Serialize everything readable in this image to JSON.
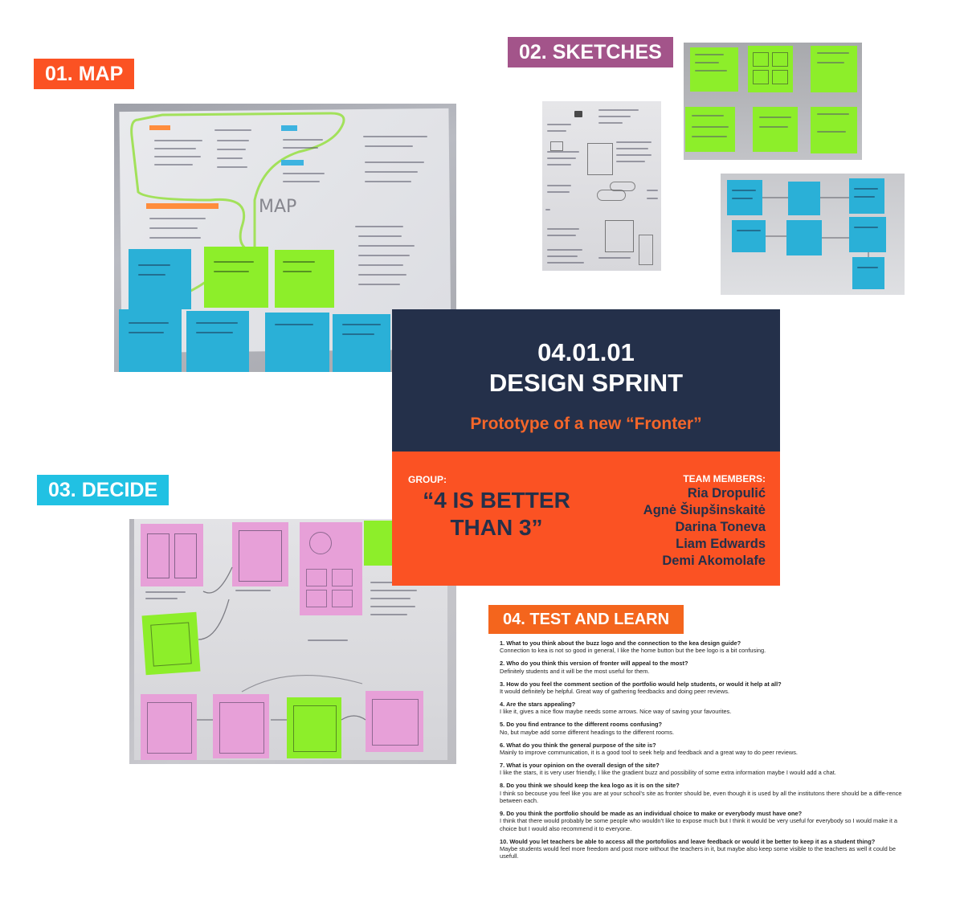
{
  "sections": {
    "map": "01. MAP",
    "sketches": "02. SKETCHES",
    "decide": "03. DECIDE",
    "test": "04. TEST AND LEARN"
  },
  "colors": {
    "map_label": "#fb5223",
    "sketches_label": "#a3548a",
    "decide_label": "#21c1e3",
    "test_label": "#f4651d",
    "card_top": "#24304a",
    "card_bottom": "#fb5223",
    "sticky_blue": "#2ab0d7",
    "sticky_green": "#8dee2a",
    "sticky_pink": "#e7a0d8"
  },
  "map_photo": {
    "map_word": "MAP"
  },
  "card": {
    "code": "04.01.01",
    "title": "DESIGN SPRINT",
    "subtitle": "Prototype of a new “Fronter”",
    "group_label": "GROUP:",
    "group_name_line1": "“4 IS BETTER",
    "group_name_line2": "THAN 3”",
    "team_label": "TEAM MEMBERS:",
    "members": [
      "Ria Dropulić",
      "Agnė Šiupšinskaitė",
      "Darina Toneva",
      "Liam Edwards",
      "Demi Akomolafe"
    ]
  },
  "qa": [
    {
      "q": "1. What to you think about the buzz logo and the connection to the kea design guide?",
      "a": "Connection to kea is not so good in general, I like the home button but the bee logo is a bit confusing."
    },
    {
      "q": "2. Who do you think this version of fronter will appeal to the most?",
      "a": "Definitely students and it will be the most useful for them."
    },
    {
      "q": "3. How do you feel the comment section of the portfolio would help students, or would it help at all?",
      "a": "It would definitely be helpful. Great way of gathering feedbacks and doing peer reviews."
    },
    {
      "q": "4. Are the stars appealing?",
      "a": "I like it, gives a nice flow maybe needs some arrows. Nice way of saving your favourites."
    },
    {
      "q": "5. Do you find entrance to the different rooms confusing?",
      "a": "No, but maybe add some different headings to the different rooms."
    },
    {
      "q": "6. What do you think the general purpose of the site is?",
      "a": "Mainly to improve communication, it is a good tool to seek help and feedback and a great way to do peer reviews."
    },
    {
      "q": "7. What is your opinion on the overall design of the site?",
      "a": "I like the stars, it is very user friendly, I like the gradient buzz and possibility of some extra information maybe I would add a chat."
    },
    {
      "q": "8. Do you think we should keep the kea logo as it is on the site?",
      "a": "I think so becouse you feel like you are at your school’s site as fronter should be, even though it is used by all the institutons there should be a diffe-rence between each."
    },
    {
      "q": "9. Do you think the portfolio should be made as an individual choice to make or everybody must have one?",
      "a": "I think that there would probably be some people who wouldn’t like to expose much but I think it would be very useful for everybody so I would make it a choice but I would also recommend it to everyone."
    },
    {
      "q": "10. Would you let teachers be able to access all the portofolios and leave feedback or would it be better to keep it as a student thing?",
      "a": "Maybe students would feel more freedom and post more without the teachers in it, but maybe also keep some visible to the teachers as well it could be usefull."
    }
  ]
}
